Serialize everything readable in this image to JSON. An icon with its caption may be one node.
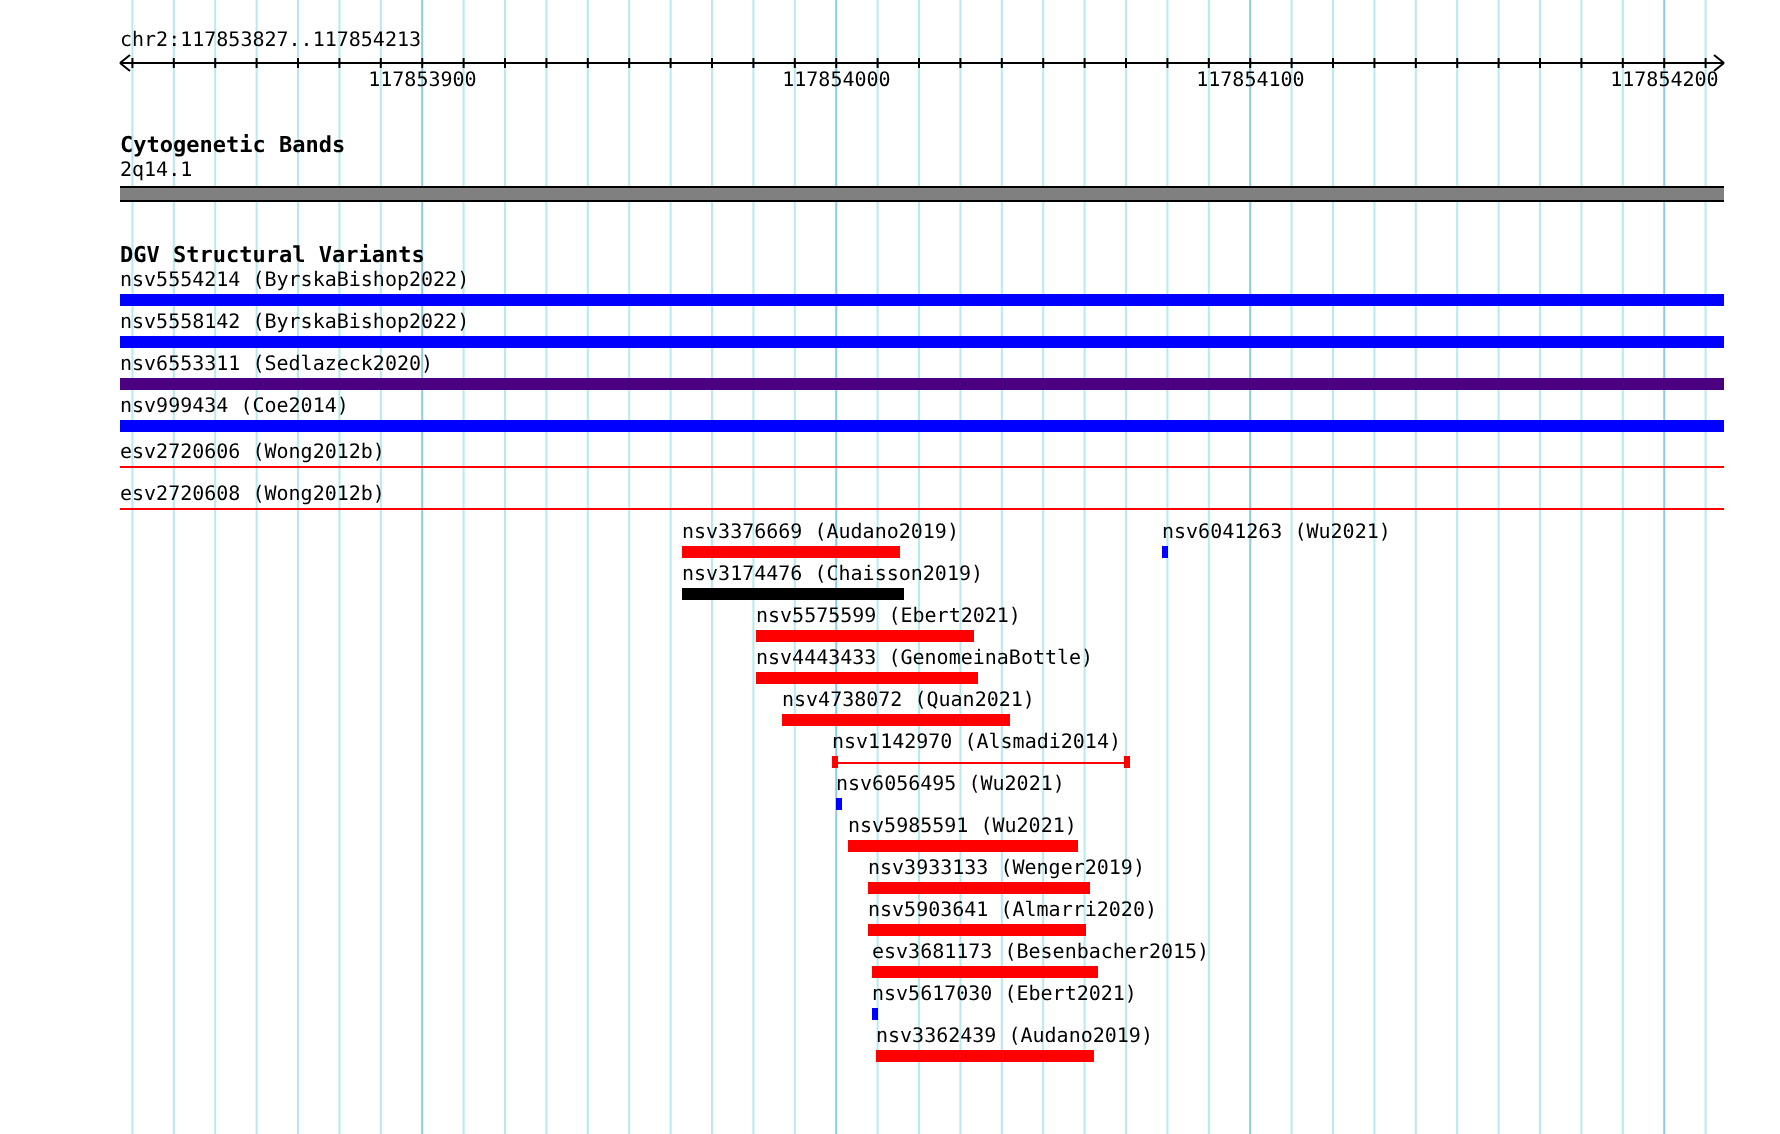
{
  "diagram": {
    "nodes": [
      {
        "text": [
          "Cytogenetic Bands"
        ]
      },
      {
        "text": [
          "2q14.1"
        ]
      },
      {
        "text": [
          "DGV Structural Variants"
        ]
      },
      {
        "text": [
          "nsv5554214 (ByrskaBishop2022)"
        ]
      },
      {
        "text": [
          "nsv5558142 (ByrskaBishop2022)"
        ]
      },
      {
        "text": [
          "nsv6553311 (Sedlazeck2020)"
        ]
      },
      {
        "text": [
          "nsv999434 (Coe2014)"
        ]
      },
      {
        "text": [
          "esv2720606 (Wong2012b)"
        ]
      },
      {
        "text": [
          "esv2720608 (Wong2012b)"
        ]
      },
      {
        "text": [
          "nsv3376669 (Audano2019)"
        ]
      },
      {
        "text": [
          "nsv6041263 (Wu2021)"
        ]
      },
      {
        "text": [
          "nsv3174476 (Chaisson2019)"
        ]
      },
      {
        "text": [
          "nsv5575599 (Ebert2021)"
        ]
      },
      {
        "text": [
          "nsv4443433 (GenomeinaBottle)"
        ]
      },
      {
        "text": [
          "nsv4738072 (Quan2021)"
        ]
      },
      {
        "text": [
          "nsv1142970 (Alsmadi2014)"
        ]
      },
      {
        "text": [
          "nsv6056495 (Wu2021)"
        ]
      },
      {
        "text": [
          "nsv5985591 (Wu2021)"
        ]
      },
      {
        "text": [
          "nsv3933133 (Wenger2019)"
        ]
      },
      {
        "text": [
          "nsv5903641 (Almarri2020)"
        ]
      },
      {
        "text": [
          "esv3681173 (Besenbacher2015)"
        ]
      },
      {
        "text": [
          "nsv5617030 (Ebert2021)"
        ]
      },
      {
        "text": [
          "nsv3362439 (Audano2019)"
        ]
      }
    ],
    "labels": [
      "chr2:117853827..117854213",
      "117853900",
      "117854000",
      "117854100",
      "117854200"
    ]
  }
}
